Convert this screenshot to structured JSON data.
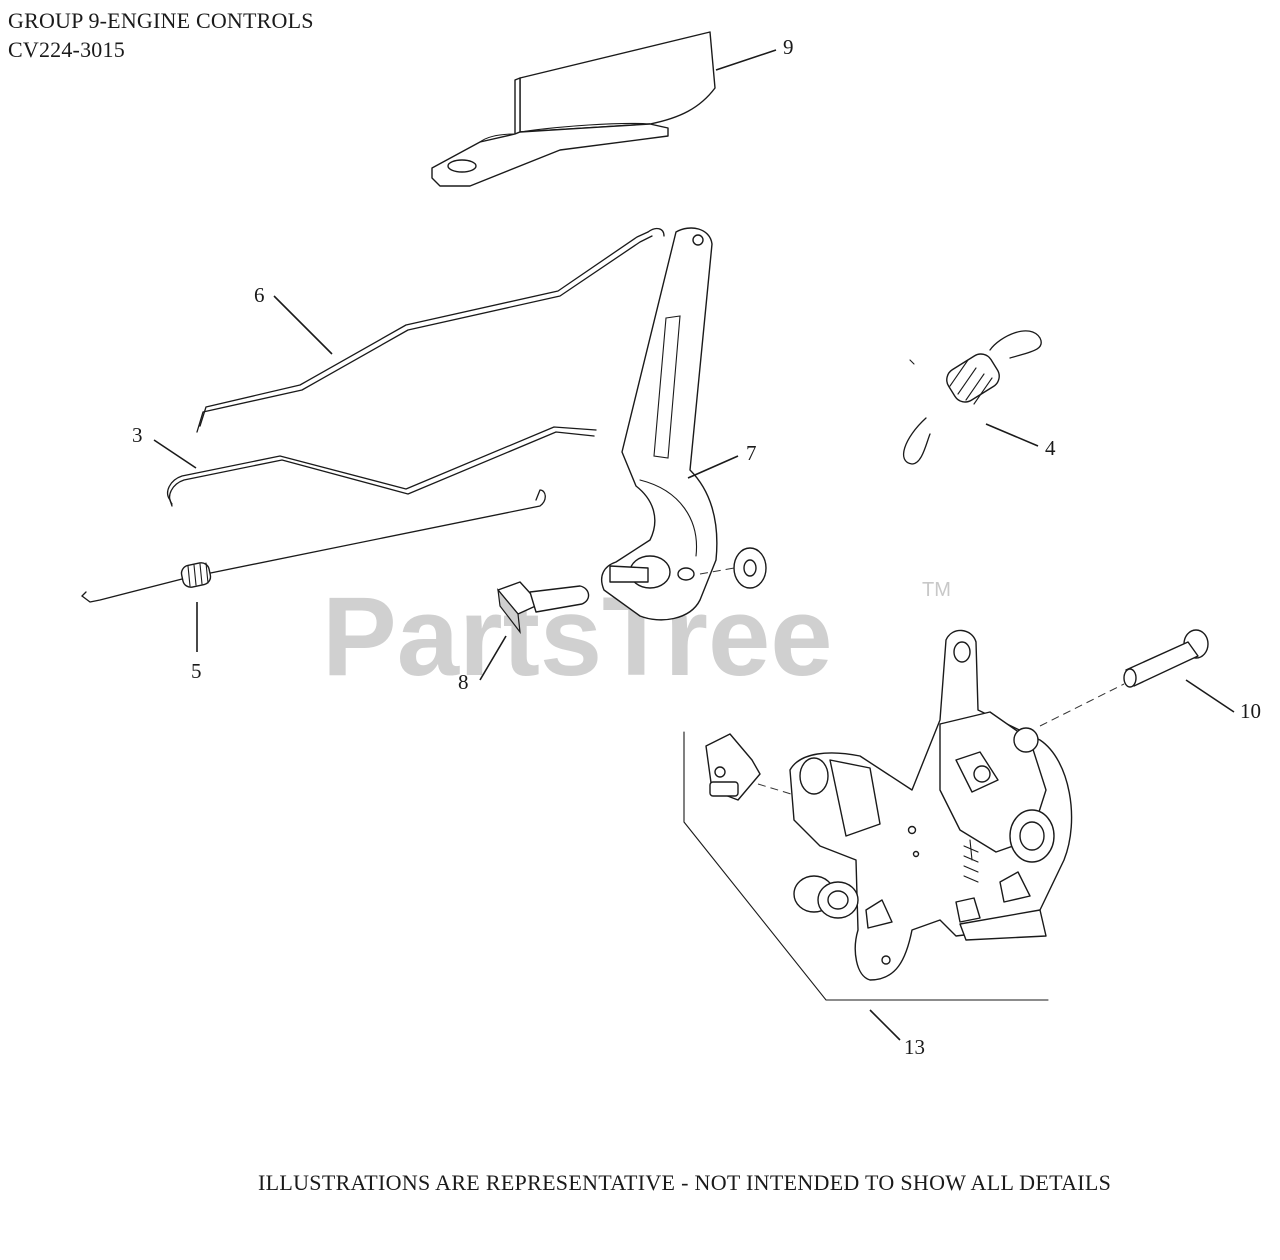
{
  "header": {
    "group_title": "GROUP 9-ENGINE CONTROLS",
    "model_code": "CV224-3015"
  },
  "watermark": {
    "text": "PartsTree",
    "trademark": "TM"
  },
  "callouts": {
    "p9": "9",
    "p6": "6",
    "p3": "3",
    "p7": "7",
    "p4": "4",
    "p5": "5",
    "p8": "8",
    "p10": "10",
    "p13": "13"
  },
  "footer": {
    "note": "ILLUSTRATIONS ARE REPRESENTATIVE - NOT INTENDED TO SHOW ALL DETAILS"
  }
}
